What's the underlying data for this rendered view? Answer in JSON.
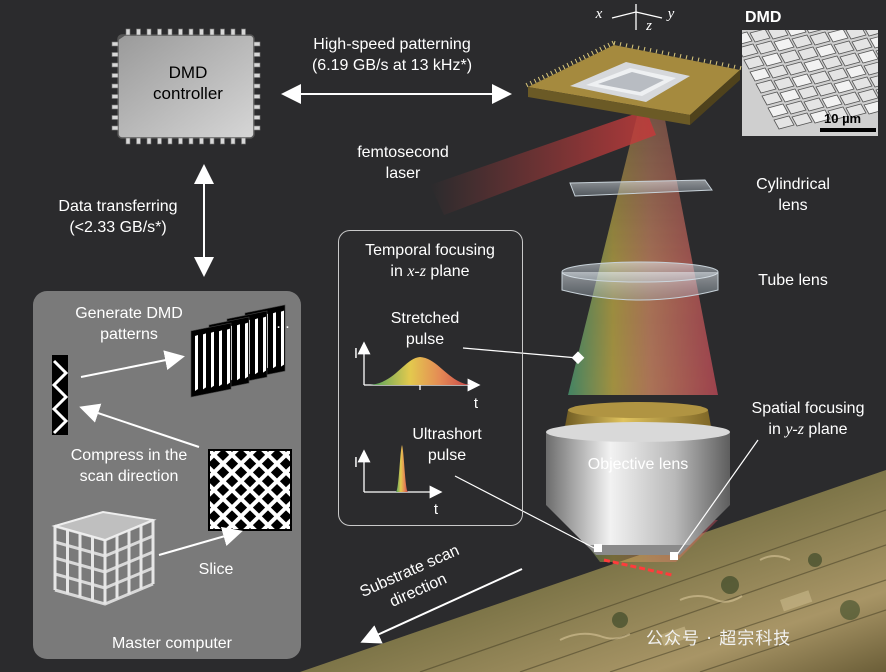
{
  "dmd_controller": {
    "label": "DMD\ncontroller"
  },
  "high_speed": {
    "label": "High-speed patterning\n(6.19 GB/s at 13 kHz*)"
  },
  "data_transfer": {
    "label": "Data transferring\n(<2.33 GB/s*)"
  },
  "dmd": {
    "label": "DMD",
    "scale": "10 µm"
  },
  "laser": {
    "label": "femtosecond\nlaser"
  },
  "cylindrical_lens": {
    "label": "Cylindrical\nlens"
  },
  "tube_lens": {
    "label": "Tube lens"
  },
  "objective_lens": {
    "label": "Objective lens"
  },
  "spatial_focusing": {
    "line1": "Spatial focusing",
    "line2_pre": "in ",
    "line2_em": "y-z",
    "line2_post": " plane"
  },
  "temporal_focusing": {
    "line1": "Temporal focusing",
    "line2_pre": "in ",
    "line2_em": "x-z",
    "line2_post": " plane"
  },
  "stretched": {
    "label": "Stretched\npulse",
    "y_axis": "I",
    "x_axis": "t"
  },
  "ultrashort": {
    "label": "Ultrashort\npulse",
    "y_axis": "I",
    "x_axis": "t"
  },
  "master": {
    "title": "Master computer",
    "generate": "Generate DMD\npatterns",
    "ellipsis": "...",
    "compress": "Compress in the\nscan direction",
    "slice": "Slice"
  },
  "substrate": {
    "label": "Substrate scan\ndirection"
  },
  "axes": {
    "x": "x",
    "y": "y",
    "z": "z"
  },
  "watermark": "公众号 · 超宗科技",
  "colors": {
    "background": "#2b2b2d",
    "panel": "#7a7a7a",
    "laser": "#e24b4b",
    "gold": "#a58a3e"
  }
}
